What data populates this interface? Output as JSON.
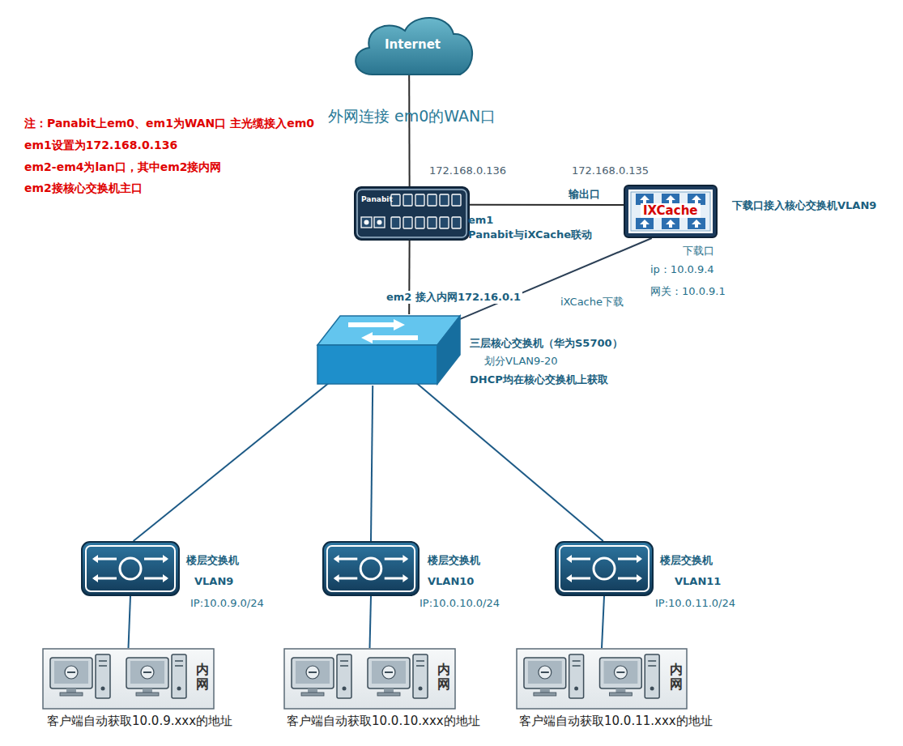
{
  "diagram": {
    "nodes": [
      {
        "text": [
          "Internet"
        ]
      },
      {
        "text": [
          "Panabit"
        ]
      },
      {
        "text": [
          "IXCache"
        ]
      },
      {
        "text": [
          "三层核心交换机（华为S5700）",
          "划分VLAN9-20",
          "DHCP均在核心交换机上获取"
        ]
      },
      {
        "text": [
          "楼层交换机",
          "VLAN9",
          "IP:10.0.9.0/24"
        ]
      },
      {
        "text": [
          "楼层交换机",
          "VLAN10",
          "IP:10.0.10.0/24"
        ]
      },
      {
        "text": [
          "楼层交换机",
          "VLAN11",
          "IP:10.0.11.0/24"
        ]
      },
      {
        "text": [
          "内网",
          "客户端自动获取10.0.9.xxx的地址"
        ]
      },
      {
        "text": [
          "内网",
          "客户端自动获取10.0.10.xxx的地址"
        ]
      },
      {
        "text": [
          "内网",
          "客户端自动获取10.0.11.xxx的地址"
        ]
      }
    ],
    "edges": [
      {
        "from": 0,
        "to": 1,
        "arrow": "none"
      },
      {
        "from": 1,
        "to": 2,
        "arrow": "none",
        "label": "输出口"
      },
      {
        "from": 1,
        "to": 3,
        "arrow": "none",
        "label": "em2 接入内网172.16.0.1"
      },
      {
        "from": 2,
        "to": 3,
        "arrow": "none",
        "label": "iXCache下载"
      },
      {
        "from": 3,
        "to": 4,
        "arrow": "none"
      },
      {
        "from": 3,
        "to": 5,
        "arrow": "none"
      },
      {
        "from": 3,
        "to": 6,
        "arrow": "none"
      },
      {
        "from": 4,
        "to": 7,
        "arrow": "none"
      },
      {
        "from": 5,
        "to": 8,
        "arrow": "none"
      },
      {
        "from": 6,
        "to": 9,
        "arrow": "none"
      }
    ],
    "labels": [
      "注：Panabit上em0、em1为WAN口 主光缆接入em0",
      "em1设置为172.168.0.136",
      "em2-em4为lan口，其中em2接内网",
      "em2接核心交换机主口",
      "外网连接 em0的WAN口",
      "172.168.0.136",
      "172.168.0.135",
      "下载口接入核心交换机VLAN9",
      "em1",
      "Panabit与iXCache联动",
      "下载口",
      "ip：10.0.9.4",
      "网关：10.0.9.1"
    ]
  }
}
